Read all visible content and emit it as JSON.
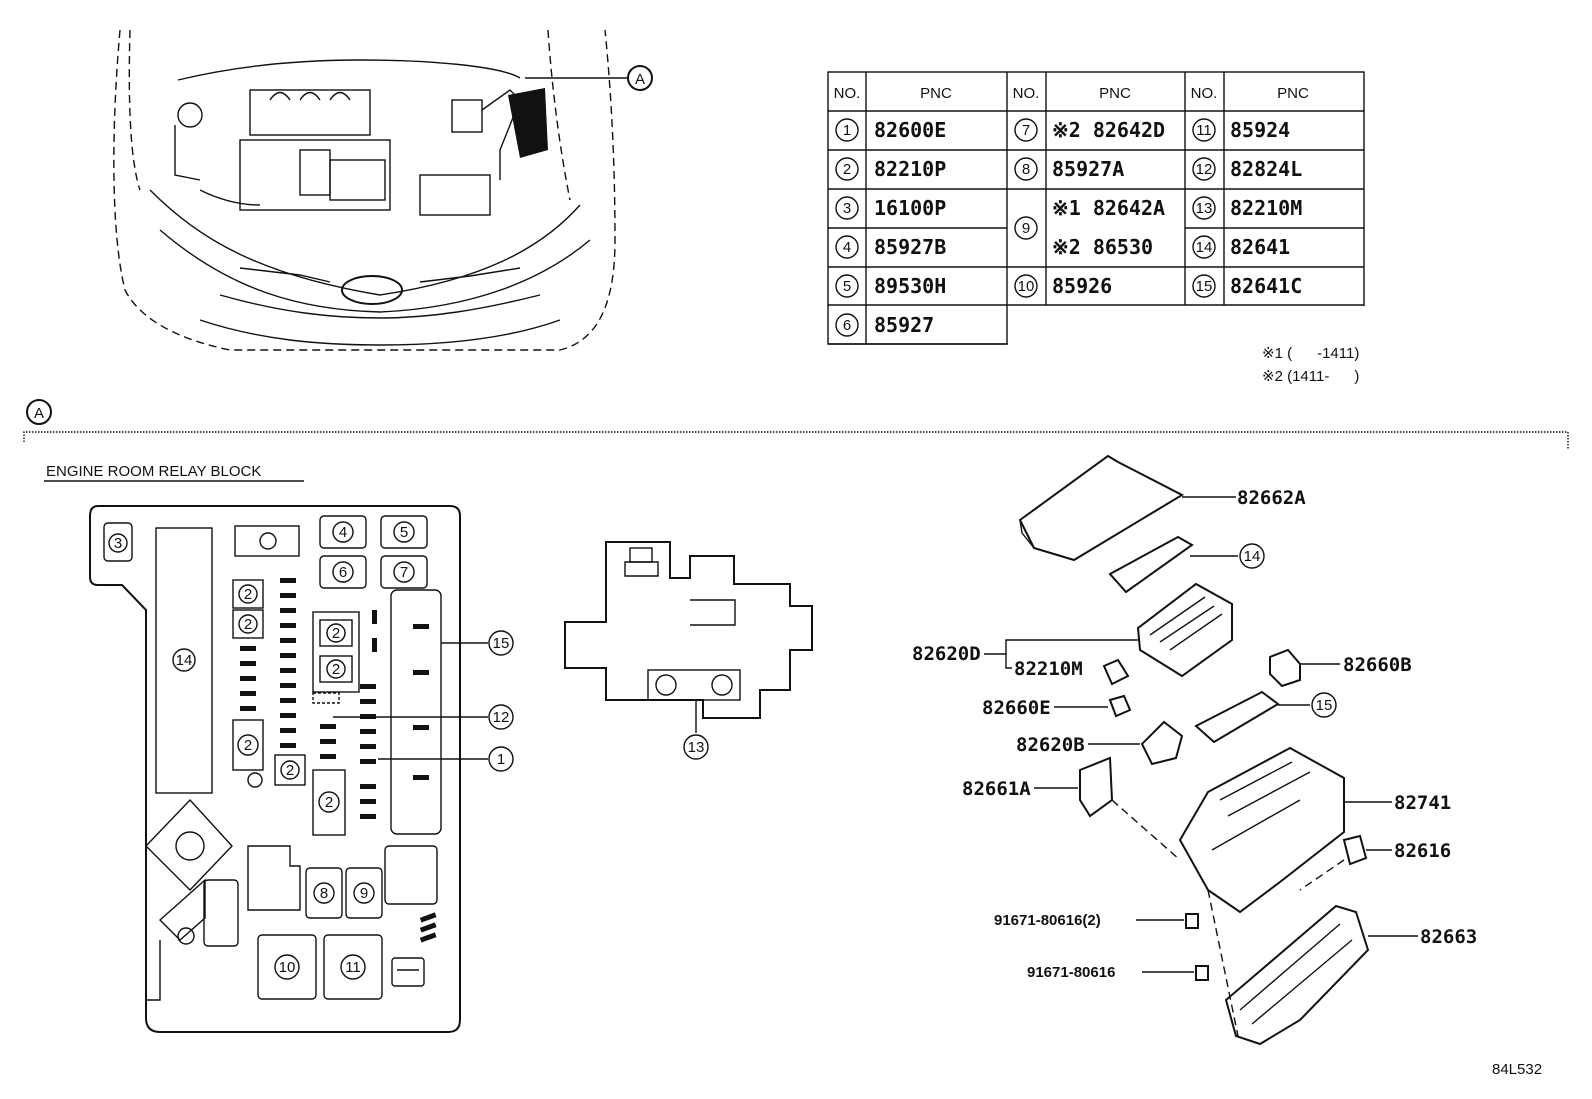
{
  "callout_a": "A",
  "section_title": "ENGINE ROOM RELAY BLOCK",
  "table": {
    "headers": [
      "NO.",
      "PNC",
      "NO.",
      "PNC",
      "NO.",
      "PNC"
    ],
    "col1": [
      {
        "no": "1",
        "pnc": "82600E"
      },
      {
        "no": "2",
        "pnc": "82210P"
      },
      {
        "no": "3",
        "pnc": "16100P"
      },
      {
        "no": "4",
        "pnc": "85927B"
      },
      {
        "no": "5",
        "pnc": "89530H"
      },
      {
        "no": "6",
        "pnc": "85927"
      }
    ],
    "col2": [
      {
        "no": "7",
        "pnc": "※2 82642D"
      },
      {
        "no": "8",
        "pnc": "85927A"
      },
      {
        "no": "9",
        "pnc_a": "※1 82642A",
        "pnc_b": "※2 86530"
      },
      {
        "no": "10",
        "pnc": "85926"
      }
    ],
    "col3": [
      {
        "no": "11",
        "pnc": "85924"
      },
      {
        "no": "12",
        "pnc": "82824L"
      },
      {
        "no": "13",
        "pnc": "82210M"
      },
      {
        "no": "14",
        "pnc": "82641"
      },
      {
        "no": "15",
        "pnc": "82641C"
      }
    ]
  },
  "notes": [
    "※1 (      -1411)",
    "※2 (1411-      )"
  ],
  "relay_block_labels": {
    "n3": "3",
    "n4": "4",
    "n5": "5",
    "n6": "6",
    "n7": "7",
    "n2": "2",
    "n14": "14",
    "n8": "8",
    "n9": "9",
    "n10": "10",
    "n11": "11"
  },
  "callouts_relay": {
    "c15": "15",
    "c12": "12",
    "c1": "1",
    "c13": "13"
  },
  "exploded_parts": {
    "p82662A": "82662A",
    "c14": "14",
    "p82620D": "82620D",
    "p82210M": "82210M",
    "p82660B": "82660B",
    "p82660E": "82660E",
    "c15": "15",
    "p82620B": "82620B",
    "p82661A": "82661A",
    "p82741": "82741",
    "p82616": "82616",
    "bolt1": "91671-80616(2)",
    "bolt2": "91671-80616",
    "p82663": "82663"
  },
  "figure_code": "84L532"
}
